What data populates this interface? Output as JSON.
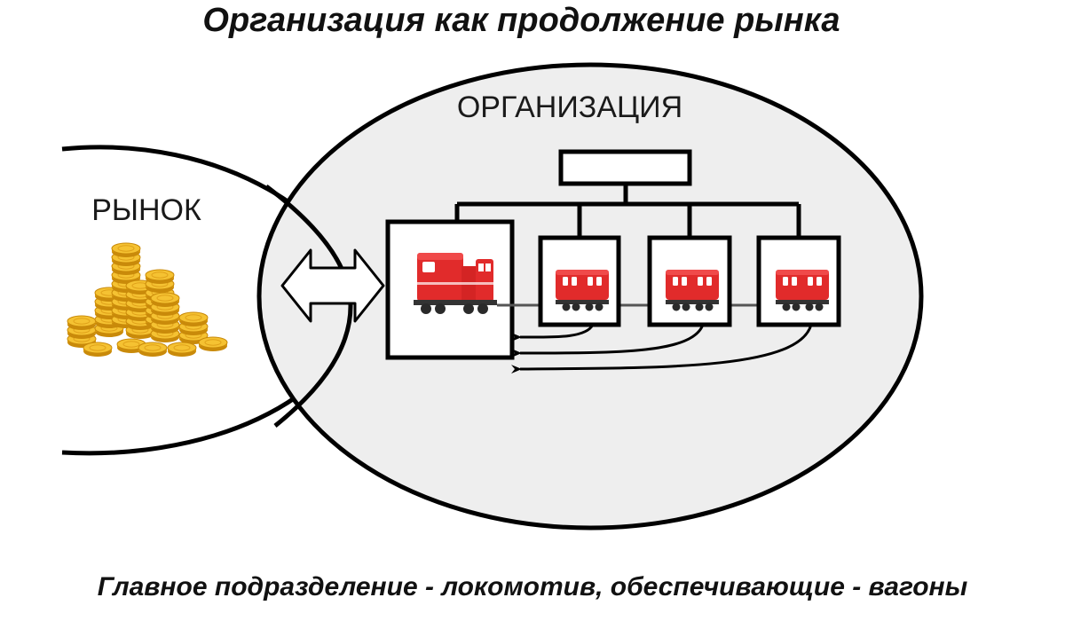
{
  "title": "Организация как продолжение рынка",
  "market": {
    "label": "РЫНОК",
    "icon": "gold-coins-icon"
  },
  "organization": {
    "label": "ОРГАНИЗАЦИЯ"
  },
  "hierarchy": {
    "top_box_icon": "blank-box",
    "main_unit_icon": "locomotive-icon",
    "support_units": [
      {
        "icon": "wagon-icon"
      },
      {
        "icon": "wagon-icon"
      },
      {
        "icon": "wagon-icon"
      }
    ]
  },
  "colors": {
    "outline": "#000000",
    "organization_fill": "#eeeeee",
    "train_red": "#e02a2a",
    "coin_gold": "#f2b51c"
  },
  "caption": "Главное подразделение - локомотив, обеспечивающие - вагоны"
}
